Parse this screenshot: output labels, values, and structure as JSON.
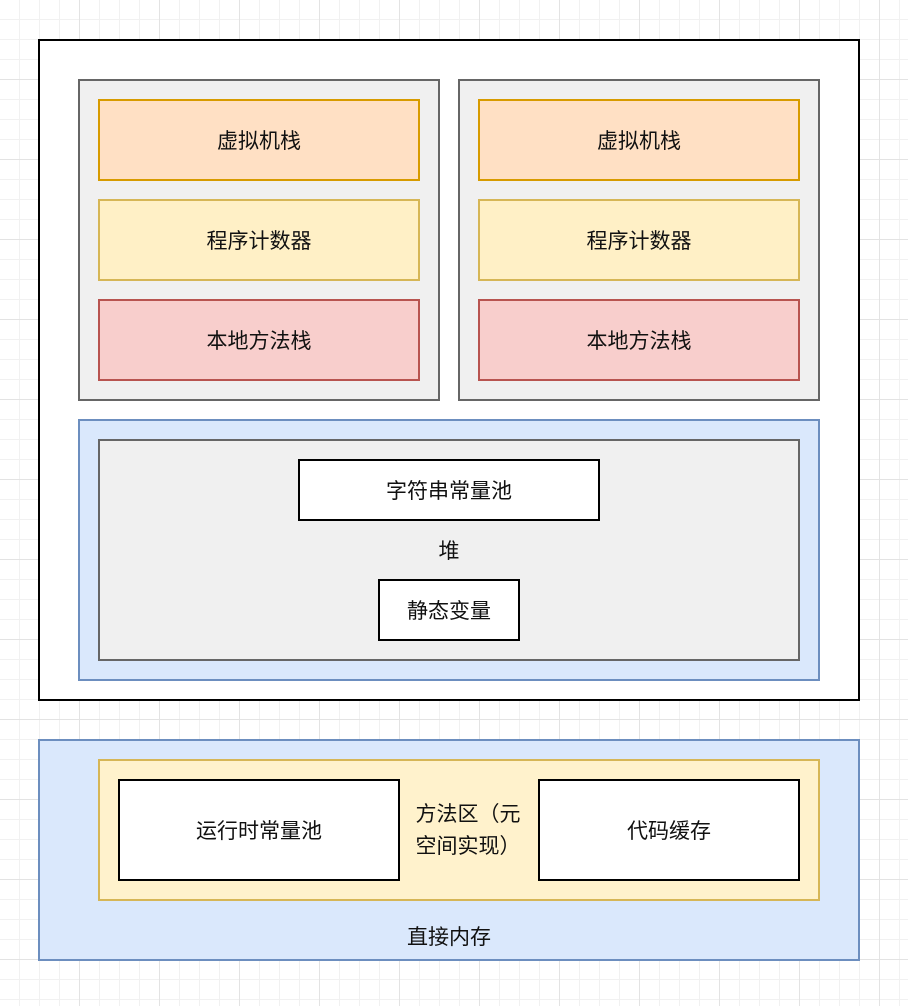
{
  "threads": [
    {
      "vm_stack": "虚拟机栈",
      "program_counter": "程序计数器",
      "native_stack": "本地方法栈"
    },
    {
      "vm_stack": "虚拟机栈",
      "program_counter": "程序计数器",
      "native_stack": "本地方法栈"
    }
  ],
  "heap": {
    "label": "堆",
    "string_pool": "字符串常量池",
    "static_vars": "静态变量"
  },
  "direct_memory": {
    "label": "直接内存",
    "method_area": {
      "label": "方法区（元\n空间实现）",
      "runtime_pool": "运行时常量池",
      "code_cache": "代码缓存"
    }
  },
  "colors": {
    "vm_stack_fill": "#ffe0c4",
    "vm_stack_stroke": "#d79b00",
    "pc_fill": "#fff0c6",
    "pc_stroke": "#d6b656",
    "native_fill": "#f8cecc",
    "native_stroke": "#b85450",
    "blue_fill": "#dae8fc",
    "blue_stroke": "#6c8ebf",
    "gray_fill": "#f0f0f0",
    "yellow_fill": "#fff2cc"
  }
}
